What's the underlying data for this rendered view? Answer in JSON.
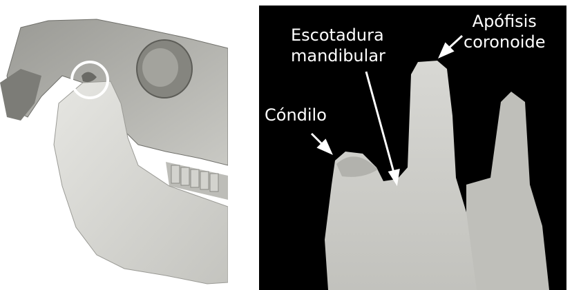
{
  "labels": {
    "condilo": "Cóndilo",
    "escotadura_line1": "Escotadura",
    "escotadura_line2": "mandibular",
    "apofisis_line1": "Apófisis",
    "apofisis_line2": "coronoide"
  },
  "colors": {
    "background_left": "#ffffff",
    "background_right": "#000000",
    "bone": "#d9d9d6",
    "bone_shadow": "#a9a9a4",
    "highlight_circle": "#ffffff",
    "label_text": "#ffffff"
  },
  "images": {
    "left": "horse-skull-lateral-view",
    "right": "mandible-ramus-closeup"
  }
}
